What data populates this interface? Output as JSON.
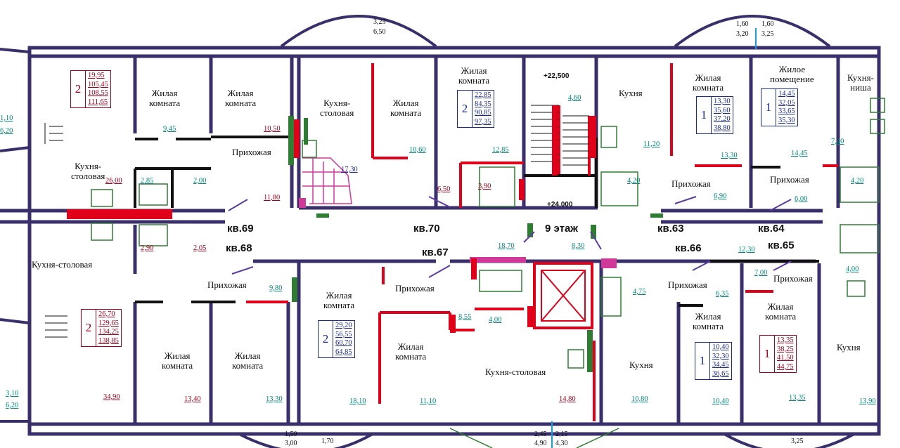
{
  "floor_label": "9 этаж",
  "elevations": [
    "+22,500",
    "+24,000"
  ],
  "apartments": [
    "кв.69",
    "кв.70",
    "кв.68",
    "кв.67",
    "кв.63",
    "кв.64",
    "кв.66",
    "кв.65"
  ],
  "room_names": {
    "kitchen_dining": "Кухня-столовая",
    "kitchen_dining_split": "Кухня-\nстоловая",
    "living_room": "Жилая\nкомната",
    "living_space": "Жилое\nпомещение",
    "kitchen": "Кухня",
    "kitchen_niche": "Кухня-\nниша",
    "hallway": "Прихожая"
  },
  "area_labels": [
    "9,45",
    "10,50",
    "26,00",
    "11,80",
    "2,85",
    "2,00",
    "2,90",
    "2,05",
    "17,30",
    "10,60",
    "12,85",
    "6,50",
    "3,90",
    "4,60",
    "11,20",
    "13,30",
    "4,20",
    "6,90",
    "7,40",
    "14,45",
    "4,20",
    "6,00",
    "18,70",
    "8,30",
    "8,55",
    "4,00",
    "4,75",
    "6,35",
    "12,30",
    "7,00",
    "4,00",
    "9,80",
    "34,90",
    "13,40",
    "13,30",
    "18,10",
    "11,10",
    "14,80",
    "10,80",
    "10,40",
    "13,35",
    "13,90",
    "1,10",
    "6,20",
    "3,10",
    "6,20"
  ],
  "apartment_tables": [
    {
      "rooms": "2",
      "values": [
        "19,95",
        "105,45",
        "108,55",
        "111,65"
      ],
      "color": "#a3001b"
    },
    {
      "rooms": "2",
      "values": [
        "22,85",
        "84,35",
        "90,85",
        "97,35"
      ],
      "color": "#1a2b8f"
    },
    {
      "rooms": "1",
      "values": [
        "13,30",
        "35,60",
        "37,20",
        "38,80"
      ],
      "color": "#1a2b8f"
    },
    {
      "rooms": "1",
      "values": [
        "14,45",
        "32,05",
        "33,65",
        "35,30"
      ],
      "color": "#1a2b8f"
    },
    {
      "rooms": "2",
      "values": [
        "26,70",
        "129,65",
        "134,25",
        "138,85"
      ],
      "color": "#a3001b"
    },
    {
      "rooms": "2",
      "values": [
        "29,20",
        "56,55",
        "60,70",
        "64,85"
      ],
      "color": "#1a2b8f"
    },
    {
      "rooms": "1",
      "values": [
        "10,40",
        "32,30",
        "34,45",
        "36,65"
      ],
      "color": "#1a2b8f"
    },
    {
      "rooms": "1",
      "values": [
        "13,35",
        "38,25",
        "41,50",
        "44,75"
      ],
      "color": "#a3001b"
    }
  ],
  "dimensions": [
    "3,25",
    "6,50",
    "1,60",
    "3,20",
    "1,60",
    "3,25",
    "1,50",
    "3,00",
    "1,70",
    "2,45",
    "4,90",
    "2,15",
    "4,30",
    "3,25"
  ],
  "colors": {
    "wall": "#3a2f6b",
    "partition": "#111111",
    "new_wall": "#e0001a",
    "stair": "#d0399a",
    "fixture": "#2e7d32"
  }
}
